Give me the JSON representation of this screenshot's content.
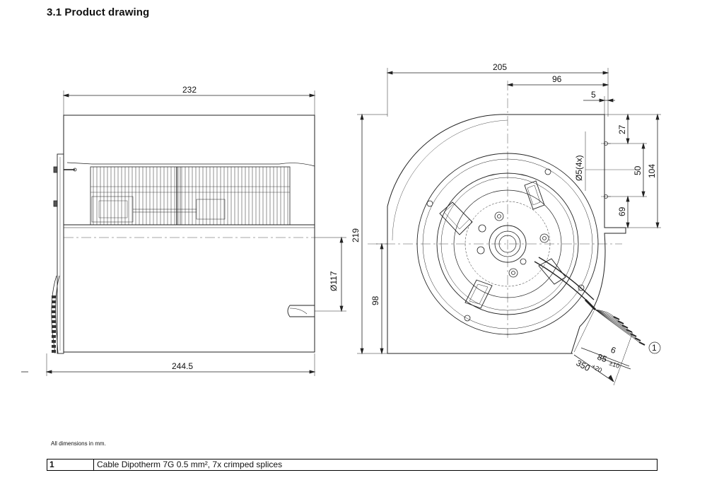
{
  "title": "3.1 Product drawing",
  "note": "All dimensions in mm.",
  "dimensions": {
    "width_top": "232",
    "width_bottom": "244.5",
    "diameter_inlet": "Ø117",
    "side_width": "205",
    "offset_96": "96",
    "offset_5": "5",
    "height_219": "219",
    "height_98": "98",
    "holes": "Ø5(4x)",
    "dim_27": "27",
    "dim_50": "50",
    "dim_104": "104",
    "dim_69": "69",
    "cable_6": "6",
    "cable_85": "85",
    "cable_85_tol": "±10",
    "cable_350": "350",
    "cable_350_tol": "+20",
    "callout": "1"
  },
  "legend": {
    "number": "1",
    "description": "Cable Dipotherm 7G 0.5 mm², 7x crimped splices"
  }
}
